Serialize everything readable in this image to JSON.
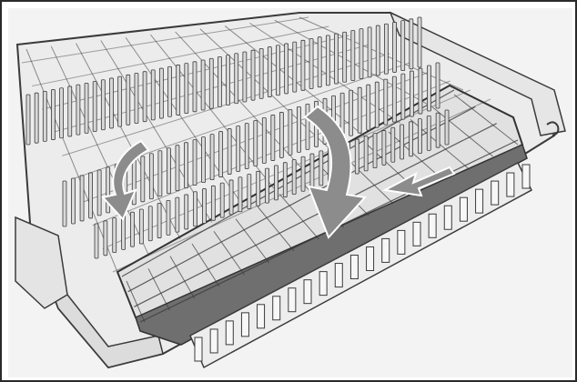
{
  "figure": {
    "kind": "dishwasher-rack-illustration",
    "colors": {
      "background": "#f3f3f3",
      "rack_fill": "#e9e9e9",
      "rack_line": "#3b3b3b",
      "tine_fill": "#d8d8d8",
      "shadow": "#9a9a9a",
      "arrow_fill": "#8c8c8c",
      "arrow_edge": "#ffffff",
      "border": "#2a2a2a"
    },
    "arrows": [
      {
        "name": "left-curved-arrow",
        "meaning": "fold-down"
      },
      {
        "name": "center-curved-arrow",
        "meaning": "fold-down"
      },
      {
        "name": "right-straight-arrow",
        "meaning": "slide-left"
      }
    ],
    "tine_rows": 3
  }
}
